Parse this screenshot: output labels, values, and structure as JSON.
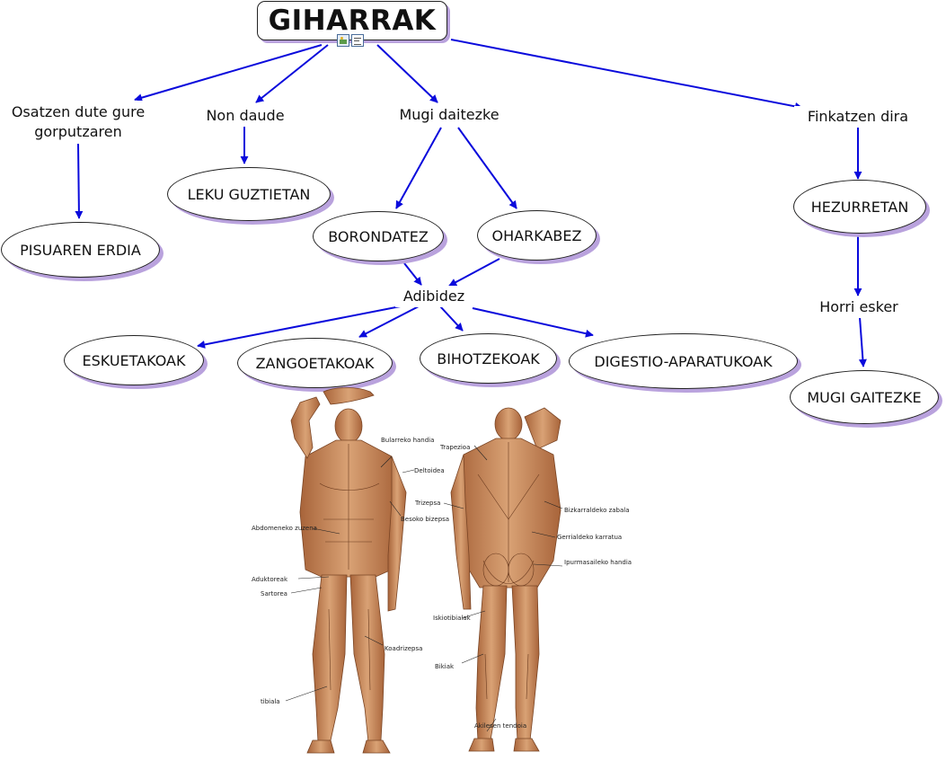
{
  "root": {
    "title": "GIHARRAK",
    "icons": [
      "image-icon",
      "note-icon"
    ]
  },
  "links": {
    "osatzen": "Osatzen dute gure gorputzaren",
    "non_daude": "Non daude",
    "mugi": "Mugi daitezke",
    "finkatzen": "Finkatzen dira",
    "adibidez": "Adibidez",
    "horri_esker": "Horri esker"
  },
  "concepts": {
    "pisuaren_erdia": "PISUAREN ERDIA",
    "leku_guztietan": "LEKU GUZTIETAN",
    "borondatez": "BORONDATEZ",
    "oharkabez": "OHARKABEZ",
    "eskuetakoak": "ESKUETAKOAK",
    "zangoetakoak": "ZANGOETAKOAK",
    "bihotzekoak": "BIHOTZEKOAK",
    "digestio": "DIGESTIO-APARATUKOAK",
    "hezurretan": "HEZURRETAN",
    "mugi_gaitezke": "MUGI GAITEZKE"
  },
  "figure_labels": {
    "bularreko": "Bularreko handia",
    "deltoidea": "Deltoidea",
    "abdomeneko": "Abdomeneko zuzena",
    "besoko": "Besoko bizepsa",
    "adukt": "Aduktoreak",
    "sartorea": "Sartorea",
    "koadri": "Koadrizepsa",
    "tibiala": "tibiala",
    "trapezioa": "Trapezioa",
    "trizepsa": "Trizepsa",
    "bizkarraldeko": "Bizkarraldeko zabala",
    "gerrialdeko": "Gerrialdeko karratua",
    "ipurmasaileko": "Ipurmasaileko handia",
    "iskio": "Iskiotibialak",
    "bikiak": "Bikiak",
    "akilesen": "Akilesen tendoia"
  },
  "colors": {
    "arrow": "#0a0adc",
    "shadow": "#b9a2dd",
    "muscle": "#c98a5a"
  }
}
